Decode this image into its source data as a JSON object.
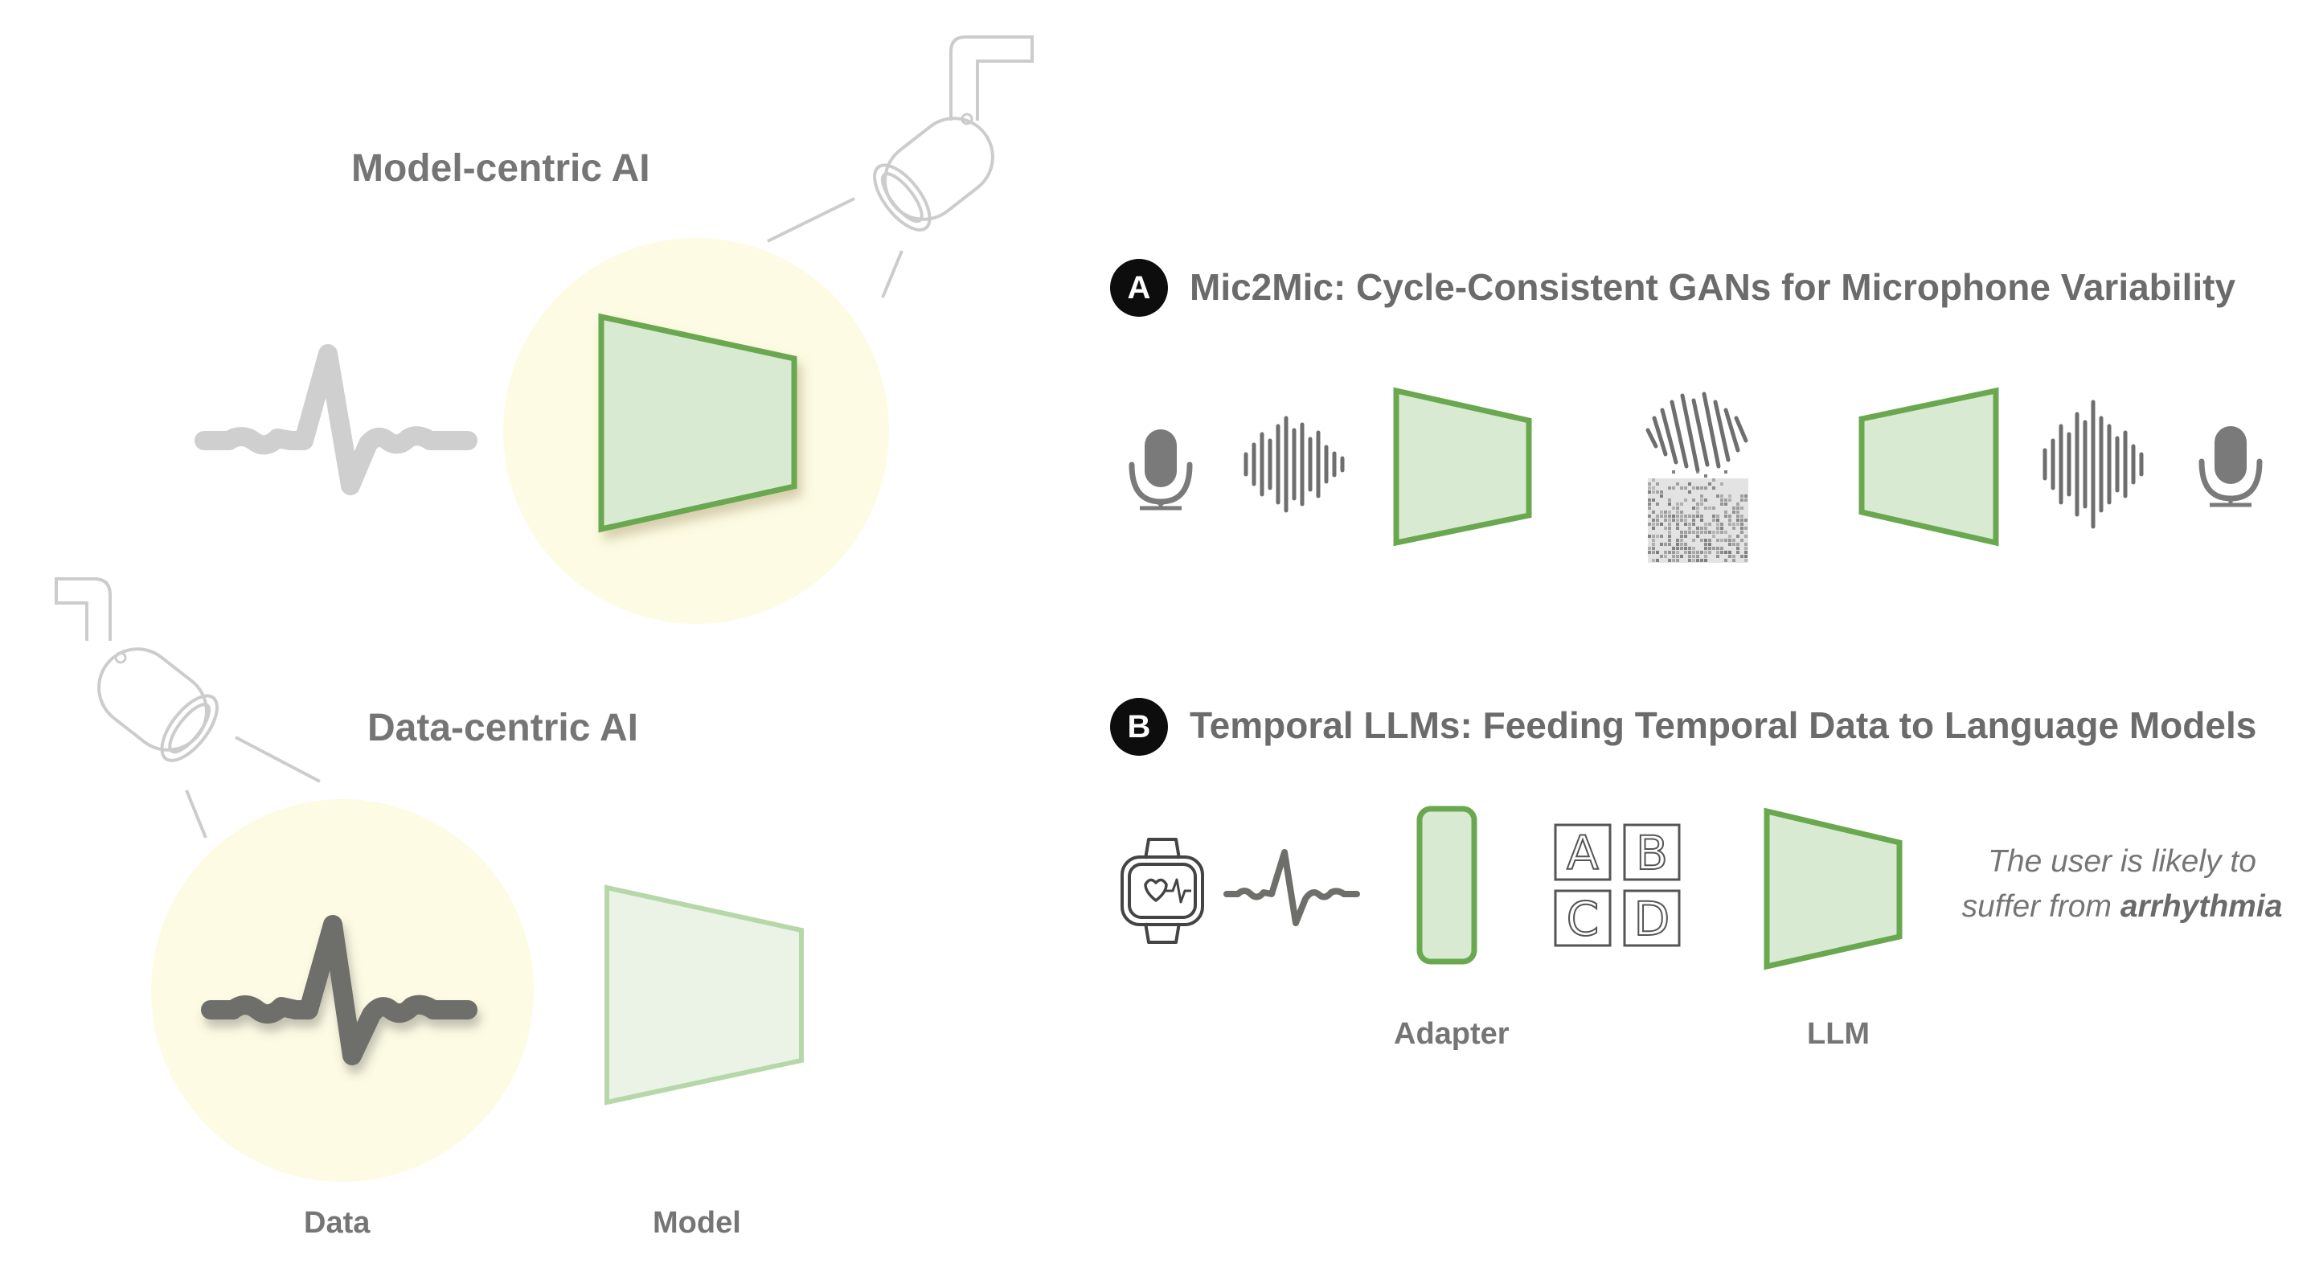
{
  "left": {
    "model_centric_title": "Model-centric AI",
    "data_centric_title": "Data-centric AI",
    "data_label": "Data",
    "model_label": "Model"
  },
  "section_a": {
    "badge": "A",
    "title": "Mic2Mic: Cycle-Consistent GANs for Microphone Variability"
  },
  "section_b": {
    "badge": "B",
    "title": "Temporal LLMs: Feeding Temporal Data to Language Models",
    "adapter_label": "Adapter",
    "llm_label": "LLM",
    "tokens": [
      "A",
      "B",
      "C",
      "D"
    ],
    "output_line1": "The user is likely to",
    "output_line2_prefix": "suffer from ",
    "output_line2_emphasis": "arrhythmia"
  },
  "colors": {
    "green_stroke": "#6aa84f",
    "green_fill": "#d9ead3",
    "spotlight": "#fdfbe3",
    "grey_text": "#757575",
    "lamp": "#cccccc"
  },
  "icons": [
    "spotlight-icon",
    "ecg-wave-icon",
    "microphone-icon",
    "sound-wave-icon",
    "noise-icon",
    "smartwatch-icon"
  ]
}
